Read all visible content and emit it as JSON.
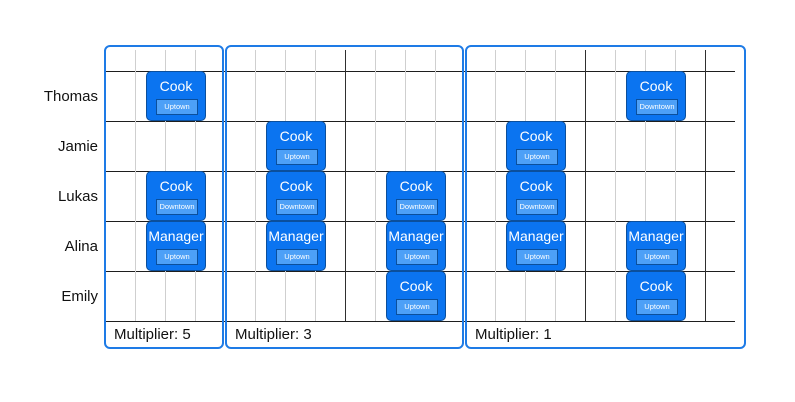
{
  "employees": [
    "Thomas",
    "Jamie",
    "Lukas",
    "Alina",
    "Emily"
  ],
  "groups": [
    {
      "label": "Multiplier: 5",
      "slots": 4
    },
    {
      "label": "Multiplier: 3",
      "slots": 8
    },
    {
      "label": "Multiplier: 1",
      "slots": 9
    }
  ],
  "shifts": [
    {
      "employee": 0,
      "group": 0,
      "slot": 1,
      "role": "Cook",
      "location": "Uptown"
    },
    {
      "employee": 0,
      "group": 2,
      "slot": 5,
      "role": "Cook",
      "location": "Downtown"
    },
    {
      "employee": 1,
      "group": 1,
      "slot": 1,
      "role": "Cook",
      "location": "Uptown"
    },
    {
      "employee": 1,
      "group": 2,
      "slot": 1,
      "role": "Cook",
      "location": "Uptown"
    },
    {
      "employee": 2,
      "group": 0,
      "slot": 1,
      "role": "Cook",
      "location": "Downtown"
    },
    {
      "employee": 2,
      "group": 1,
      "slot": 1,
      "role": "Cook",
      "location": "Downtown"
    },
    {
      "employee": 2,
      "group": 1,
      "slot": 5,
      "role": "Cook",
      "location": "Downtown"
    },
    {
      "employee": 2,
      "group": 2,
      "slot": 1,
      "role": "Cook",
      "location": "Downtown"
    },
    {
      "employee": 3,
      "group": 0,
      "slot": 1,
      "role": "Manager",
      "location": "Uptown"
    },
    {
      "employee": 3,
      "group": 1,
      "slot": 1,
      "role": "Manager",
      "location": "Uptown"
    },
    {
      "employee": 3,
      "group": 1,
      "slot": 5,
      "role": "Manager",
      "location": "Uptown"
    },
    {
      "employee": 3,
      "group": 2,
      "slot": 1,
      "role": "Manager",
      "location": "Uptown"
    },
    {
      "employee": 3,
      "group": 2,
      "slot": 5,
      "role": "Manager",
      "location": "Uptown"
    },
    {
      "employee": 4,
      "group": 1,
      "slot": 5,
      "role": "Cook",
      "location": "Uptown"
    },
    {
      "employee": 4,
      "group": 2,
      "slot": 5,
      "role": "Cook",
      "location": "Uptown"
    }
  ],
  "colors": {
    "shift": "#0b74f0",
    "location_badge": "#4da0f7",
    "group_border": "#1e7be6"
  }
}
